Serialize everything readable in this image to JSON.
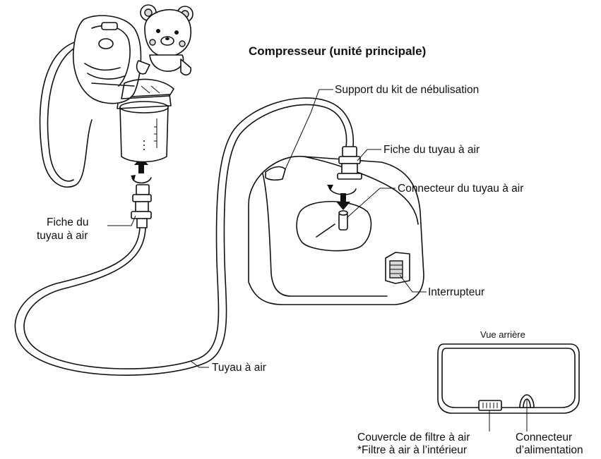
{
  "diagram": {
    "title": "Compresseur (unité principale)",
    "labels": {
      "nebulizer_holder": "Support du kit de nébulisation",
      "air_plug_right": "Fiche du tuyau à air",
      "air_connector": "Connecteur du tuyau à air",
      "air_plug_left_line1": "Fiche du",
      "air_plug_left_line2": "tuyau à air",
      "switch": "Interrupteur",
      "air_tube": "Tuyau à air",
      "rear_view": "Vue arrière",
      "filter_cover_line1": "Couvercle de filtre à air",
      "filter_cover_line2": "*Filtre à air à l’intérieur",
      "power_connector_line1": "Connecteur",
      "power_connector_line2": "d’alimentation"
    },
    "colors": {
      "line": "#111111",
      "fill": "#ffffff",
      "shade": "#d9d9d9"
    },
    "icons": [
      "bear-mask-icon",
      "nebulizer-cup-icon",
      "compressor-icon",
      "rear-view-icon",
      "arrow-up-icon",
      "arrow-down-icon",
      "rotate-icon"
    ]
  }
}
